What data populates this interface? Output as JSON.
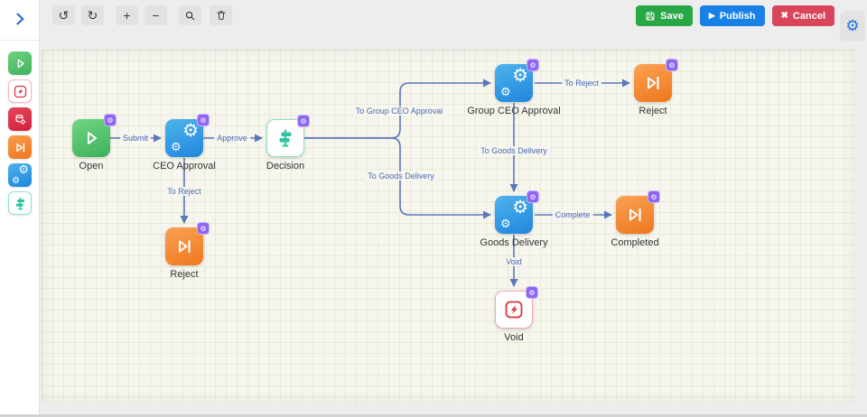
{
  "header": {
    "toolbar": {
      "undo_glyph": "↺",
      "redo_glyph": "↻",
      "zoom_in_glyph": "+",
      "zoom_out_glyph": "−"
    },
    "actions": {
      "save_label": "Save",
      "publish_label": "Publish",
      "cancel_label": "Cancel",
      "publish_icon_glyph": "▶",
      "cancel_icon_glyph": "✖"
    },
    "colors": {
      "save": "#28a745",
      "publish": "#1781e8",
      "cancel": "#d9455b"
    }
  },
  "sidebar": {
    "toggle_icon": "chevron-right",
    "palette": [
      {
        "name": "start-node"
      },
      {
        "name": "terminate-node"
      },
      {
        "name": "service-task-node"
      },
      {
        "name": "end-node"
      },
      {
        "name": "task-node"
      },
      {
        "name": "decision-node"
      }
    ]
  },
  "canvas": {
    "nodes": [
      {
        "id": "open",
        "label": "Open",
        "type": "start"
      },
      {
        "id": "ceo-approval",
        "label": "CEO Approval",
        "type": "task"
      },
      {
        "id": "decision",
        "label": "Decision",
        "type": "decision"
      },
      {
        "id": "group-ceo-approval",
        "label": "Group CEO Approval",
        "type": "task"
      },
      {
        "id": "reject-top",
        "label": "Reject",
        "type": "end"
      },
      {
        "id": "goods-delivery",
        "label": "Goods Delivery",
        "type": "task"
      },
      {
        "id": "completed",
        "label": "Completed",
        "type": "end"
      },
      {
        "id": "reject-bottom",
        "label": "Reject",
        "type": "end"
      },
      {
        "id": "void",
        "label": "Void",
        "type": "terminate"
      }
    ],
    "edges": [
      {
        "label": "Submit"
      },
      {
        "label": "Approve"
      },
      {
        "label": "To Group CEO Approval"
      },
      {
        "label": "To Goods Delivery"
      },
      {
        "label": "To Reject"
      },
      {
        "label": "To Goods Delivery"
      },
      {
        "label": "Complete"
      },
      {
        "label": "Void"
      },
      {
        "label": "To Reject"
      }
    ],
    "colors": {
      "edge": "#5b76bb",
      "badge": "#9165f4",
      "grid_bg": "#f6f6ef"
    }
  }
}
